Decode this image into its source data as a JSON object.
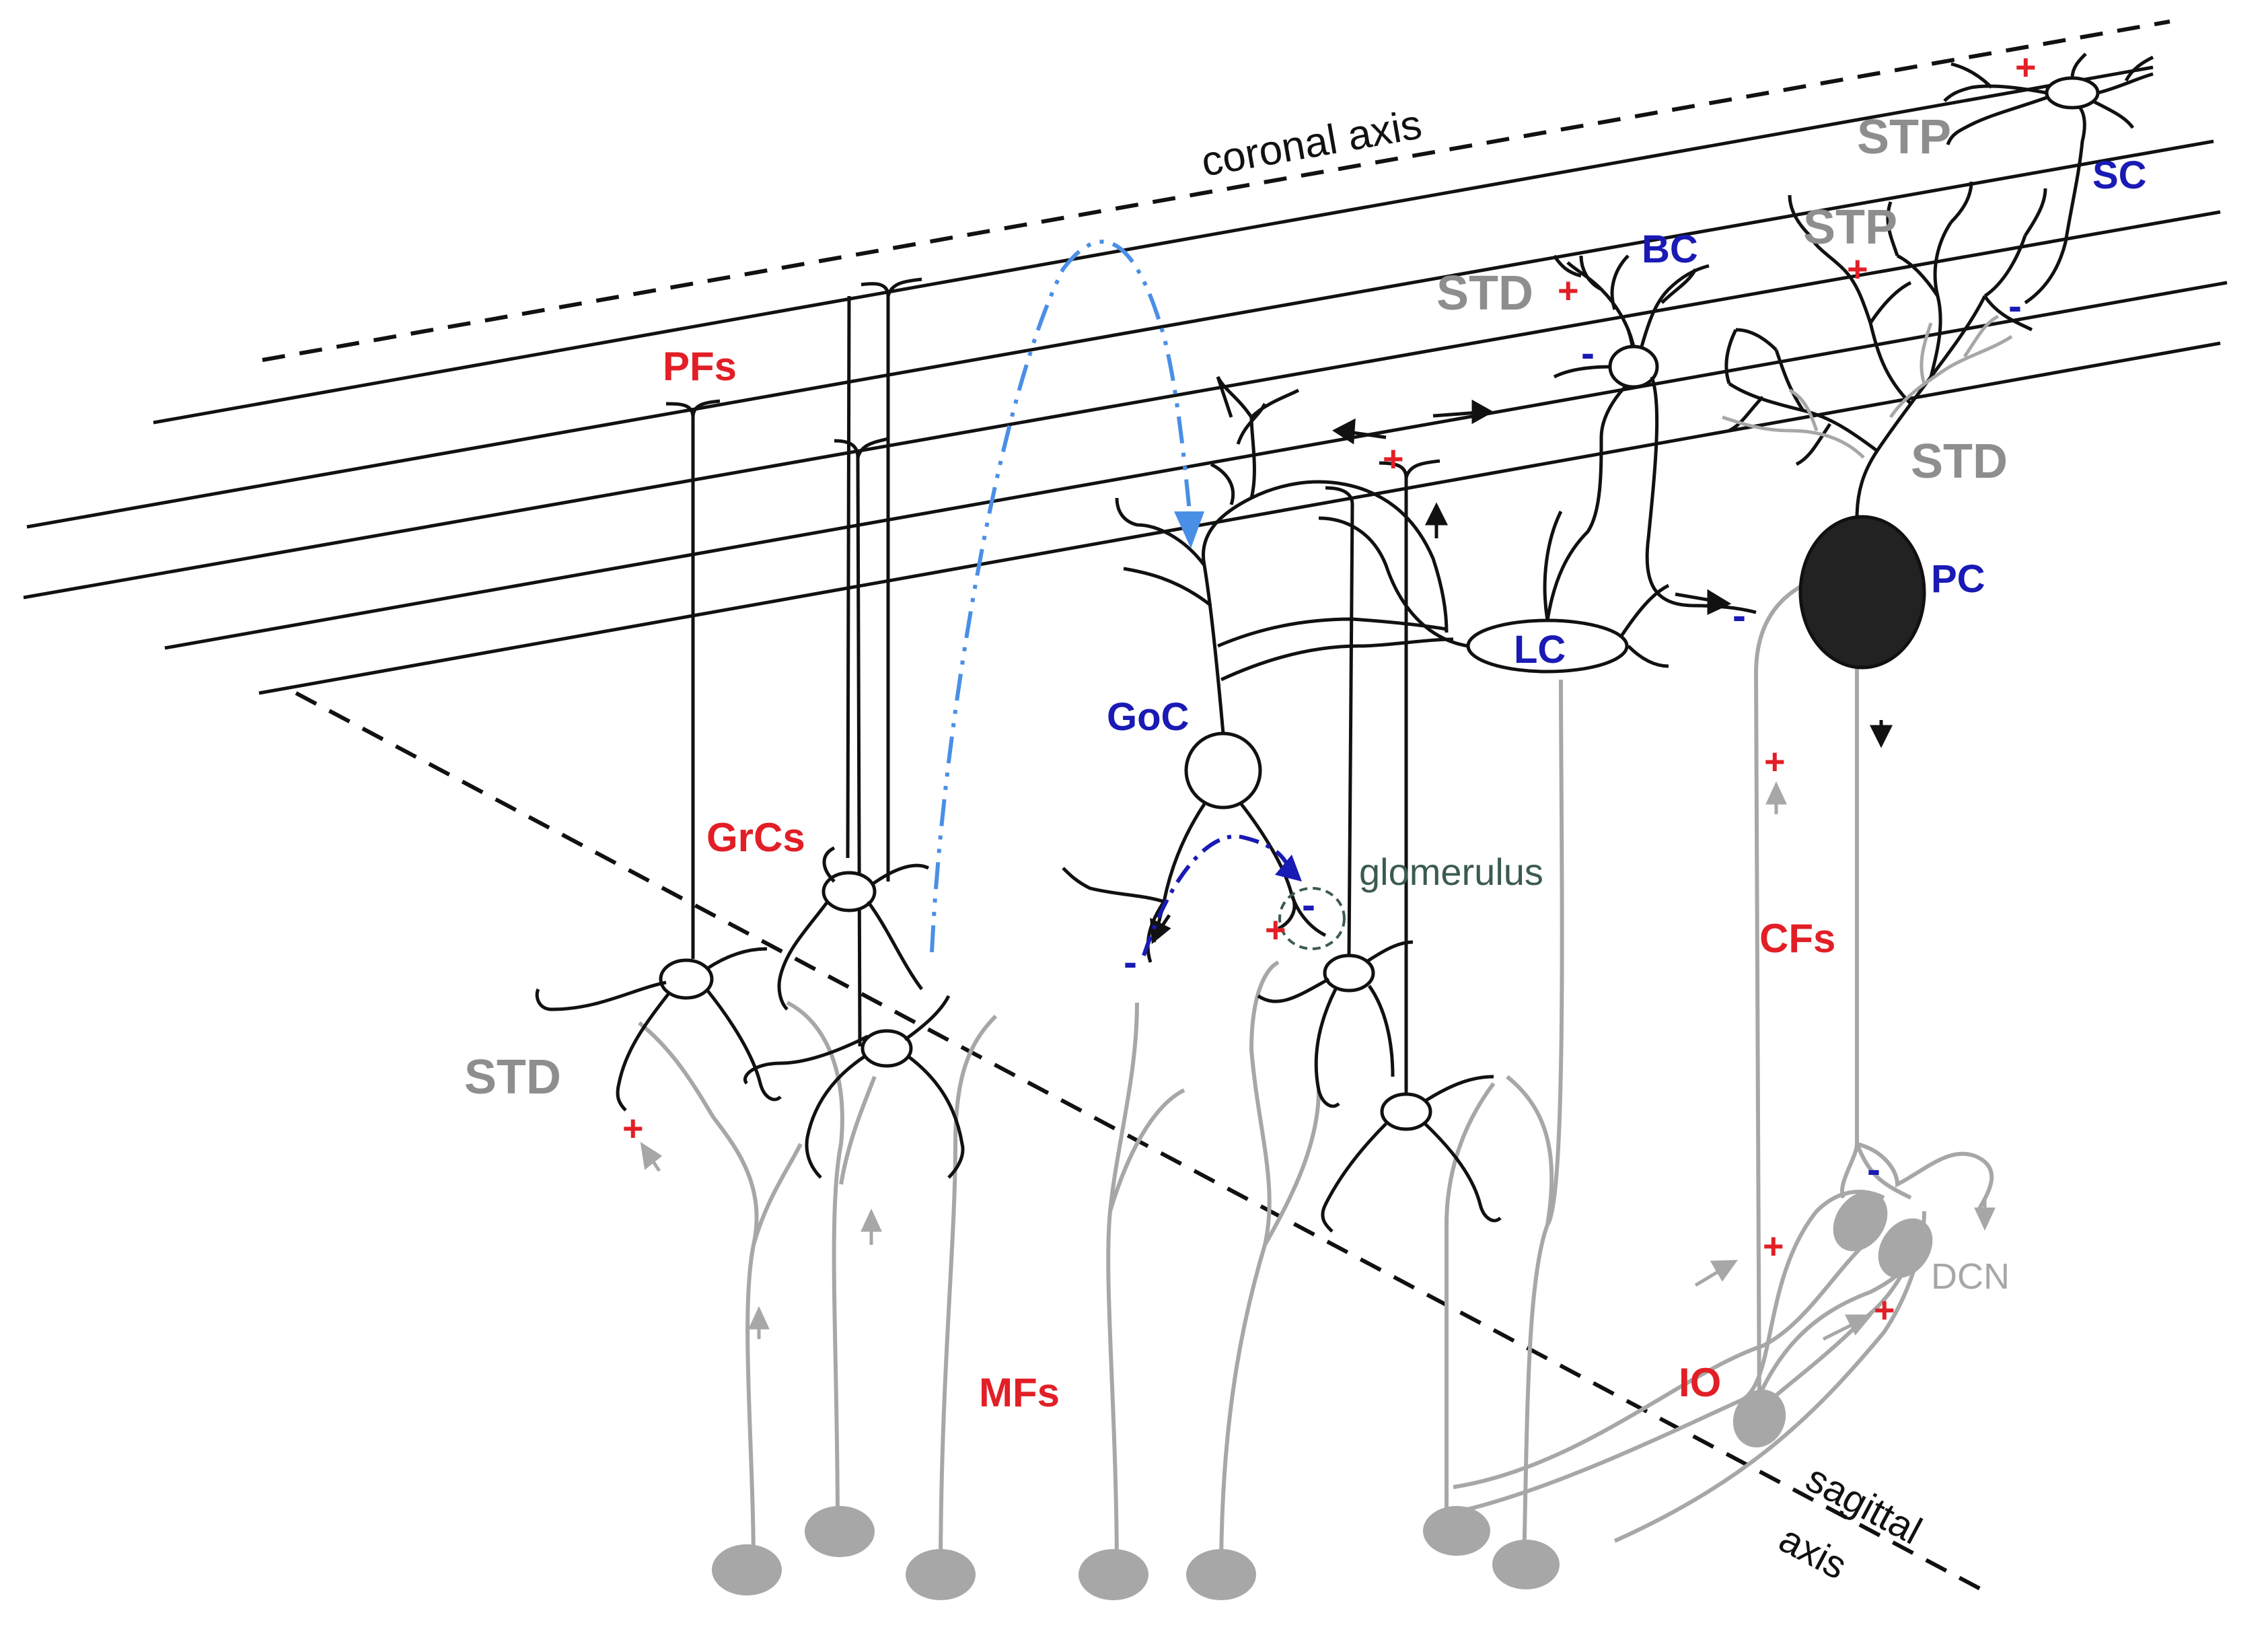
{
  "colors": {
    "red": "#e21f26",
    "blue": "#1a1ab5",
    "gray": "#a7a7a7",
    "gray_text": "#8e8e8e",
    "black": "#111111",
    "light_blue": "#4a8fe6",
    "glom_green": "#3b5a52"
  },
  "labels": {
    "coronal_axis": "coronal axis",
    "sagittal": "sagittal",
    "axis": "axis",
    "pfs": "PFs",
    "grcs": "GrCs",
    "mfs": "MFs",
    "goc": "GoC",
    "glomerulus": "glomerulus",
    "lc": "LC",
    "bc": "BC",
    "sc": "SC",
    "pc": "PC",
    "cfs": "CFs",
    "io": "IO",
    "dcn": "DCN",
    "stp_top": "STP",
    "stp_mid": "STP",
    "std_bc": "STD",
    "std_pc": "STD",
    "std_grc": "STD"
  },
  "signs": {
    "plus": "+",
    "minus": "-"
  }
}
